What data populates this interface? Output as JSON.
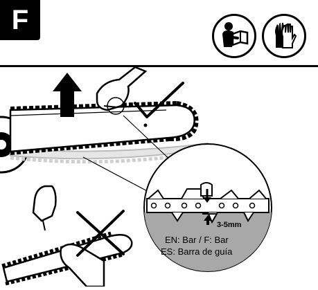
{
  "step": {
    "letter": "F"
  },
  "header_icons": [
    {
      "name": "read-manual-icon"
    },
    {
      "name": "gloves-icon"
    }
  ],
  "detail": {
    "gap_label": "3-5mm",
    "bar_label_en_f": "EN: Bar / F: Bar",
    "bar_label_es": "ES: Barra de guía"
  },
  "colors": {
    "ink": "#000000",
    "shadow_chain": "#cfcfcf",
    "bar_fill": "#a8a8a8",
    "accent_fill": "#d9d9d9"
  }
}
